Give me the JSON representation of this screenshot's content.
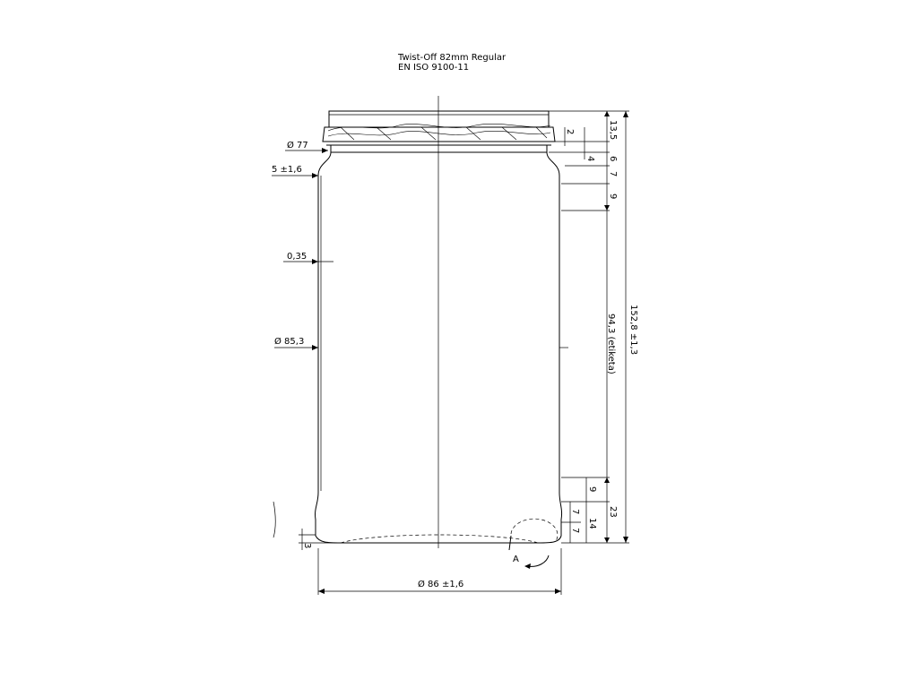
{
  "title": {
    "line1": "Twist-Off 82mm Regular",
    "line2": "EN ISO 9100-11"
  },
  "dimensions": {
    "neck_diameter": "Ø 77",
    "shoulder_offset": "5 ±1,6",
    "wall_draft": "0,35",
    "body_diameter": "Ø 85,3",
    "base_diameter": "Ø 86 ±1,6",
    "total_height": "152,8 ±1,3",
    "label_height": "94,3 (etiketa)",
    "finish_height": "13,5",
    "top_2": "2",
    "top_4": "4",
    "top_6": "6",
    "top_7": "7",
    "top_9": "9",
    "bottom_9": "9",
    "bottom_23": "23",
    "bottom_14": "14",
    "bottom_7a": "7",
    "bottom_7b": "7",
    "base_3": "3"
  },
  "detail_marker": "A"
}
